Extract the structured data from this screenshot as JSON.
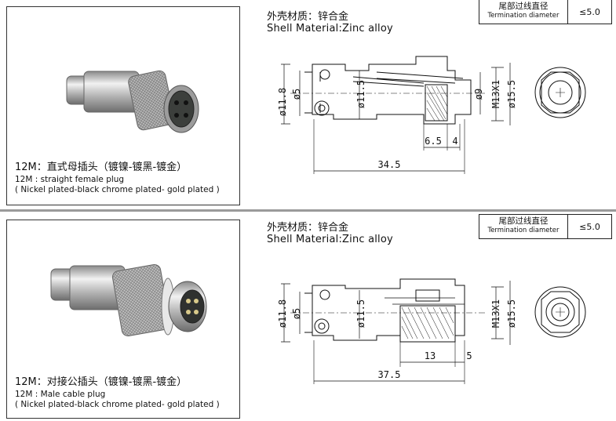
{
  "products": [
    {
      "caption_cn": "12M：直式母插头（镀镍-镀黑-镀金）",
      "caption_en": "12M : straight female plug",
      "caption_plating": "( Nickel plated-black chrome plated- gold plated )",
      "material_cn": "外壳材质：锌合金",
      "material_en": "Shell  Material:Zinc alloy",
      "termination_cn": "尾部过线直径",
      "termination_en": "Termination diameter",
      "termination_value": "≤5.0",
      "dims": {
        "d1": "ø11.8",
        "d2": "ø5",
        "d3": "ø11.5",
        "d4": "ø9",
        "d5": "M13X1",
        "d6": "ø15.5",
        "len_a": "6.5",
        "len_b": "4",
        "total": "34.5"
      }
    },
    {
      "caption_cn": "12M：对接公插头（镀镍-镀黑-镀金）",
      "caption_en": "12M : Male cable plug",
      "caption_plating": "( Nickel plated-black chrome plated- gold plated )",
      "material_cn": "外壳材质：锌合金",
      "material_en": "Shell  Material:Zinc alloy",
      "termination_cn": "尾部过线直径",
      "termination_en": "Termination diameter",
      "termination_value": "≤5.0",
      "dims": {
        "d1": "ø11.8",
        "d2": "ø5",
        "d3": "ø11.5",
        "d5": "M13X1",
        "d6": "ø15.5",
        "len_a": "13",
        "len_b": "5",
        "total": "37.5"
      }
    }
  ]
}
